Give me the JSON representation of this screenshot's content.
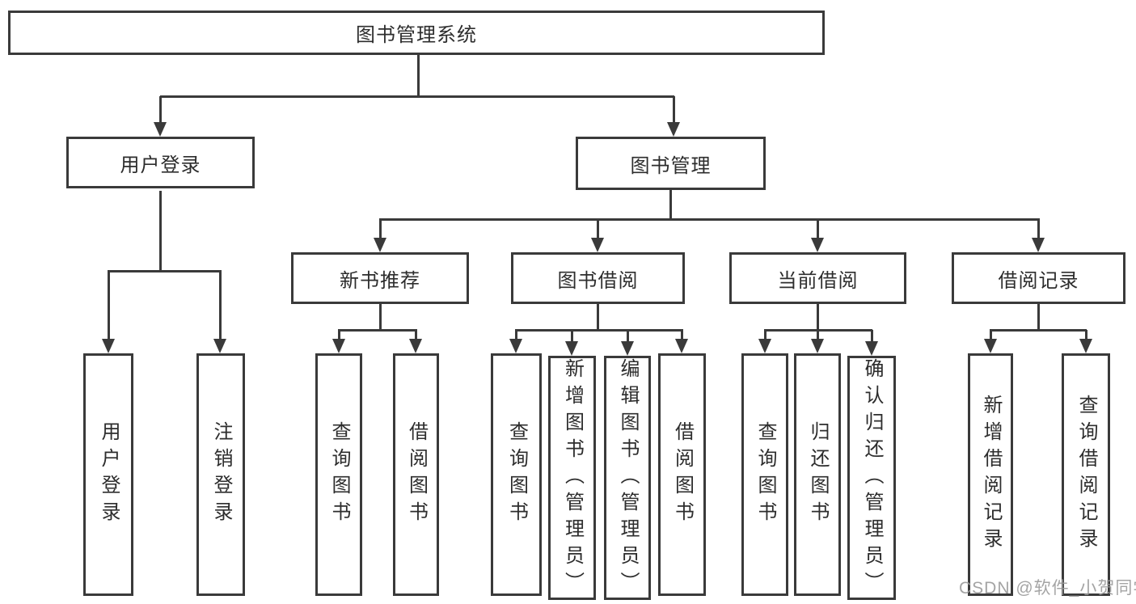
{
  "diagram": {
    "root": {
      "label": "图书管理系统"
    },
    "level2": [
      {
        "label": "用户登录"
      },
      {
        "label": "图书管理"
      }
    ],
    "level3": [
      {
        "label": "新书推荐"
      },
      {
        "label": "图书借阅"
      },
      {
        "label": "当前借阅"
      },
      {
        "label": "借阅记录"
      }
    ],
    "leaves": {
      "user_login": [
        "用户登录",
        "注销登录"
      ],
      "new_book": [
        "查询图书",
        "借阅图书"
      ],
      "book_borrow": [
        "查询图书",
        "新增图书（管理员）",
        "编辑图书（管理员）",
        "借阅图书"
      ],
      "current_borrow": [
        "查询图书",
        "归还图书",
        "确认归还（管理员）"
      ],
      "borrow_record": [
        "新增借阅记录",
        "查询借阅记录"
      ]
    }
  },
  "watermark": {
    "text": "CSDN @软件_小贺同学"
  },
  "colors": {
    "line": "#3a3a3a",
    "text": "#2d2d2d",
    "watermark": "#9b9b9b",
    "background": "#ffffff"
  }
}
